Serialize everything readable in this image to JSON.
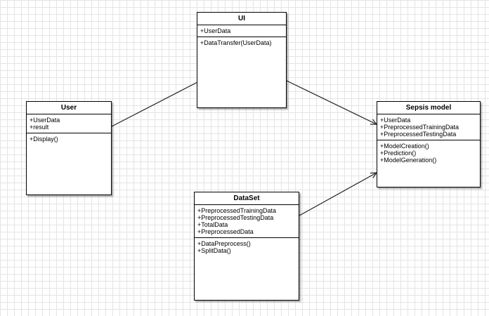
{
  "diagram": {
    "classes": [
      {
        "key": "ui",
        "name": "UI",
        "attributes": [
          "+UserData"
        ],
        "operations": [
          "+DataTransfer(UserData)"
        ]
      },
      {
        "key": "user",
        "name": "User",
        "attributes": [
          "+UserData",
          "+result"
        ],
        "operations": [
          "+Display()"
        ]
      },
      {
        "key": "sepsis-model",
        "name": "Sepsis model",
        "attributes": [
          "+UserData",
          "+PreprocessedTrainingData",
          "+PreprocessedTestingData"
        ],
        "operations": [
          "+ModelCreation()",
          "+Prediction()",
          "+ModelGeneration()"
        ]
      },
      {
        "key": "dataset",
        "name": "DataSet",
        "attributes": [
          "+PreprocessedTrainingData",
          "+PreprocessedTestingData",
          "+TotalData",
          "+PreprocessedData"
        ],
        "operations": [
          "+DataPreprocess()",
          "+SplitData()"
        ]
      }
    ],
    "relations": [
      {
        "from": "user",
        "to": "ui",
        "type": "association"
      },
      {
        "from": "ui",
        "to": "sepsis-model",
        "type": "directed-association"
      },
      {
        "from": "dataset",
        "to": "sepsis-model",
        "type": "directed-association"
      }
    ]
  }
}
